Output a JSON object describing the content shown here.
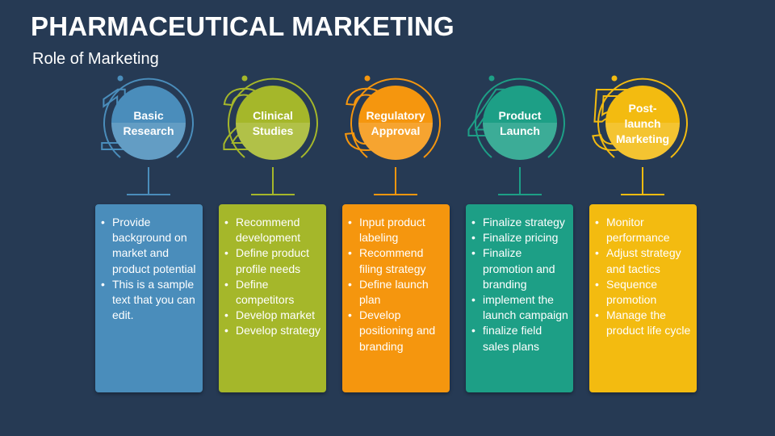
{
  "title": "PHARMACEUTICAL MARKETING",
  "subtitle": "Role of Marketing",
  "stages": [
    {
      "number": "1",
      "label": "Basic\nResearch",
      "color": "#4a8dbb",
      "points": [
        "Provide background on market and product potential",
        "This is a sample text that you can edit."
      ]
    },
    {
      "number": "2",
      "label": "Clinical\nStudies",
      "color": "#a5b72a",
      "points": [
        "Recommend development",
        "Define product profile needs",
        "Define competitors",
        "Develop market",
        "Develop strategy"
      ]
    },
    {
      "number": "3",
      "label": "Regulatory\nApproval",
      "color": "#f5960e",
      "points": [
        "Input product labeling",
        "Recommend filing strategy",
        "Define launch plan",
        "Develop positioning and branding"
      ]
    },
    {
      "number": "4",
      "label": "Product\nLaunch",
      "color": "#1d9f86",
      "points": [
        "Finalize strategy",
        "Finalize pricing",
        "Finalize promotion and branding",
        "implement the launch campaign",
        "finalize field sales plans"
      ]
    },
    {
      "number": "5",
      "label": "Post-\nlaunch\nMarketing",
      "color": "#f3bb10",
      "points": [
        "Monitor performance",
        "Adjust strategy and tactics",
        "Sequence promotion",
        "Manage the product life cycle"
      ]
    }
  ]
}
